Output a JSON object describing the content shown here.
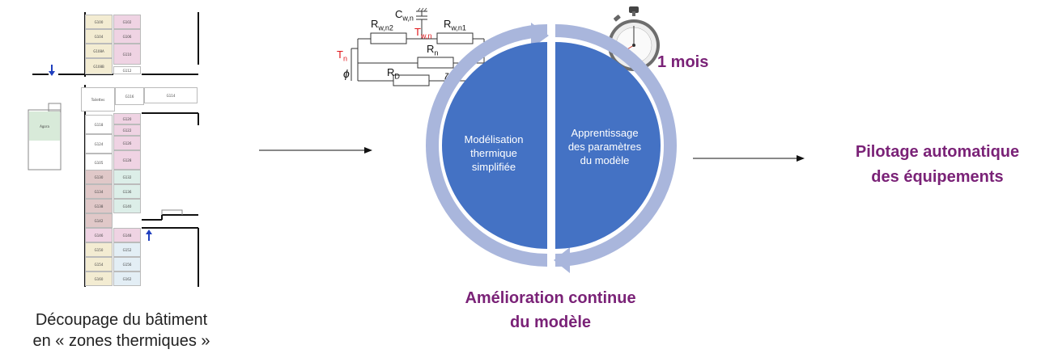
{
  "floor_plan": {
    "caption_line1": "Découpage du bâtiment",
    "caption_line2": "en « zones thermiques »",
    "rooms": [
      {
        "label": "G100",
        "color": "#f3ecd2"
      },
      {
        "label": "G102",
        "color": "#efd3e3"
      },
      {
        "label": "G104",
        "color": "#f3ecd2"
      },
      {
        "label": "G106",
        "color": "#efd3e3"
      },
      {
        "label": "G108A",
        "color": "#f3ecd2"
      },
      {
        "label": "G110",
        "color": "#efd3e3"
      },
      {
        "label": "G108B",
        "color": "#f3ecd2"
      },
      {
        "label": "G112",
        "color": "#ffffff"
      },
      {
        "label": "Toilettes",
        "color": "#ffffff"
      },
      {
        "label": "G116",
        "color": "#ffffff"
      },
      {
        "label": "G114",
        "color": "#ffffff"
      },
      {
        "label": "G118",
        "color": "#ffffff"
      },
      {
        "label": "G120",
        "color": "#efd3e3"
      },
      {
        "label": "G122",
        "color": "#efd3e3"
      },
      {
        "label": "G124",
        "color": "#ffffff"
      },
      {
        "label": "G126",
        "color": "#efd3e3"
      },
      {
        "label": "G105",
        "color": "#ffffff"
      },
      {
        "label": "G128",
        "color": "#efd3e3"
      },
      {
        "label": "G130",
        "color": "#e0c8c8"
      },
      {
        "label": "G132",
        "color": "#dceee8"
      },
      {
        "label": "G134",
        "color": "#e0c8c8"
      },
      {
        "label": "G136",
        "color": "#dceee8"
      },
      {
        "label": "G138",
        "color": "#e0c8c8"
      },
      {
        "label": "G140",
        "color": "#dceee8"
      },
      {
        "label": "G142",
        "color": "#e0c8c8"
      },
      {
        "label": "G146",
        "color": "#efd3e3"
      },
      {
        "label": "G148",
        "color": "#efd3e3"
      },
      {
        "label": "G150",
        "color": "#f3ecd2"
      },
      {
        "label": "G152",
        "color": "#e3eef5"
      },
      {
        "label": "G154",
        "color": "#f3ecd2"
      },
      {
        "label": "G156",
        "color": "#e3eef5"
      },
      {
        "label": "G160",
        "color": "#f3ecd2"
      },
      {
        "label": "G162",
        "color": "#e3eef5"
      },
      {
        "label": "Agora",
        "color": "#d8ead9"
      }
    ]
  },
  "circuit": {
    "c_main": "C",
    "c_sub": "w,n",
    "rw2_main": "R",
    "rw2_sub": "w,n2",
    "rw1_main": "R",
    "rw1_sub": "w,n1",
    "tw_main": "T",
    "tw_sub": "w,n",
    "tn_main": "T",
    "tn_sub": "n",
    "rn_main": "R",
    "rn_sub": "n",
    "rd_main": "R",
    "rd_sub": "D",
    "zeta": "ζ",
    "phi": "ϕ",
    "red_color": "#e0161b"
  },
  "cycle": {
    "left_text": "Modélisation thermique simplifiée",
    "right_text": "Apprentissage des paramètres du modèle",
    "bottom_line1": "Amélioration continue",
    "bottom_line2": "du modèle",
    "duration": "1 mois",
    "circle_color": "#4472c4",
    "ring_color": "#a9b6dc"
  },
  "output": {
    "line1": "Pilotage automatique",
    "line2": "des équipements",
    "text_color": "#7a2277"
  }
}
